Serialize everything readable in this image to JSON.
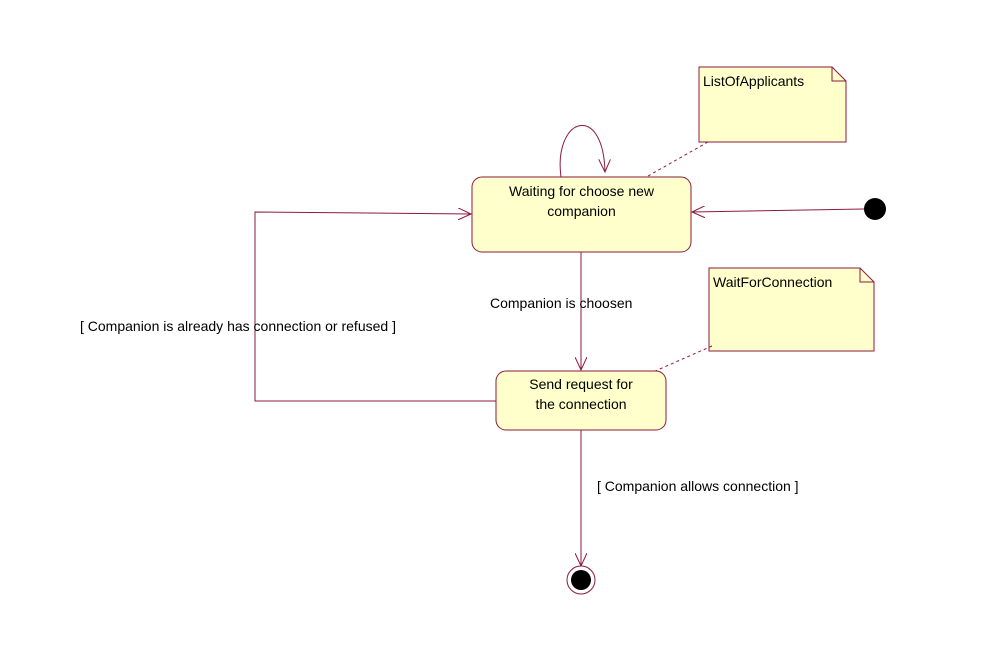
{
  "colors": {
    "line": "#8b1a3e",
    "state_fill": "#ffffcc",
    "note_fill": "#ffffcc",
    "marker": "#000000",
    "text": "#000000",
    "background": "#ffffff"
  },
  "states": {
    "waiting": {
      "line1": "Waiting for choose new",
      "line2": "companion"
    },
    "send_request": {
      "line1": "Send request for",
      "line2": "the connection"
    }
  },
  "notes": {
    "list_of_applicants": "ListOfApplicants",
    "wait_for_connection": "WaitForConnection"
  },
  "transitions": {
    "companion_chosen": "Companion is choosen",
    "refused": "[ Companion is already has connection or refused ]",
    "allows": "[ Companion allows connection ]"
  }
}
